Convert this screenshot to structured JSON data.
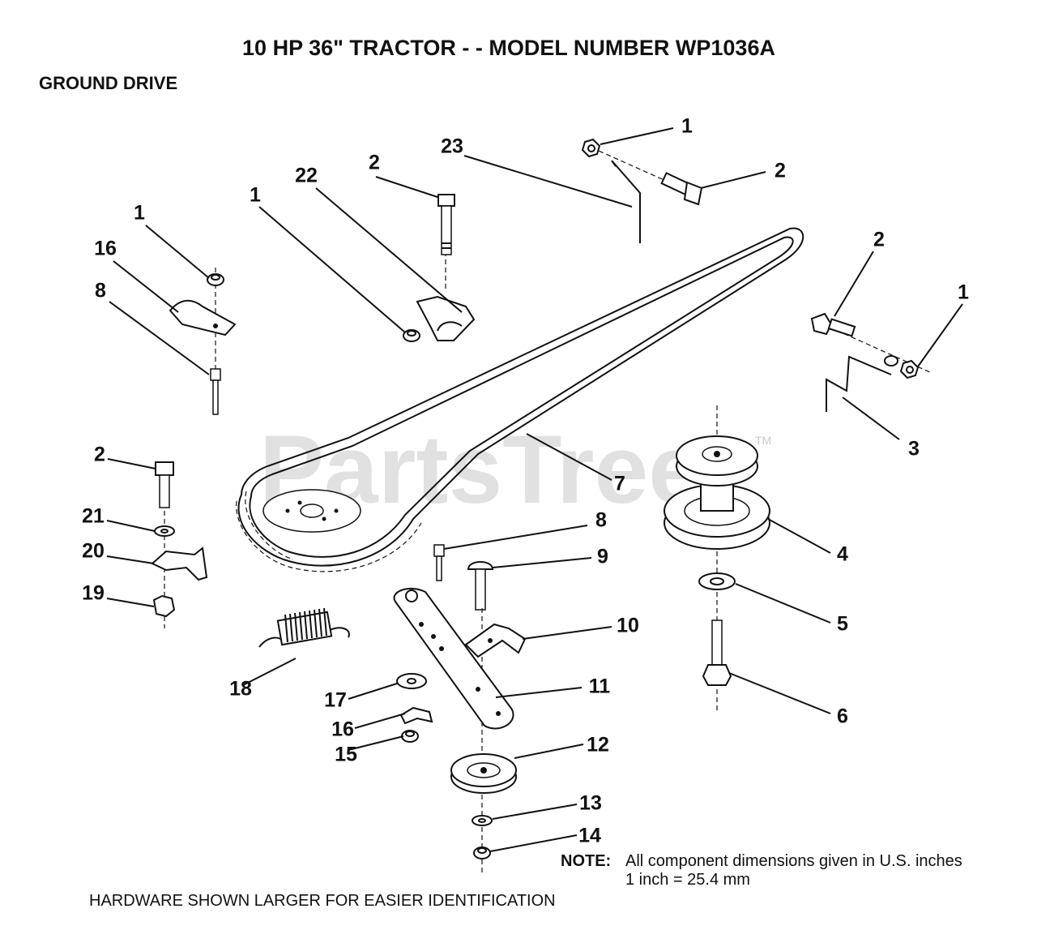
{
  "title": "10 HP 36\" TRACTOR - - MODEL NUMBER WP1036A",
  "section": "GROUND DRIVE",
  "watermark": "PartsTree",
  "watermark_tm": "TM",
  "note": {
    "label": "NOTE:",
    "line1": "All component dimensions given in U.S. inches",
    "line2": "1 inch = 25.4 mm"
  },
  "footer": "HARDWARE SHOWN LARGER FOR EASIER IDENTIFICATION",
  "callouts": {
    "c1a": "1",
    "c2a": "2",
    "c23": "23",
    "c2b": "2",
    "c22": "22",
    "c1b": "1",
    "c1c": "1",
    "c16a": "16",
    "c8a": "8",
    "c2c": "2",
    "c1d": "1",
    "c3": "3",
    "c7": "7",
    "c4": "4",
    "c2d": "2",
    "c21": "21",
    "c20": "20",
    "c19": "19",
    "c8b": "8",
    "c9": "9",
    "c10": "10",
    "c5": "5",
    "c6": "6",
    "c11": "11",
    "c18": "18",
    "c17": "17",
    "c16b": "16",
    "c15": "15",
    "c12": "12",
    "c13": "13",
    "c14": "14"
  }
}
